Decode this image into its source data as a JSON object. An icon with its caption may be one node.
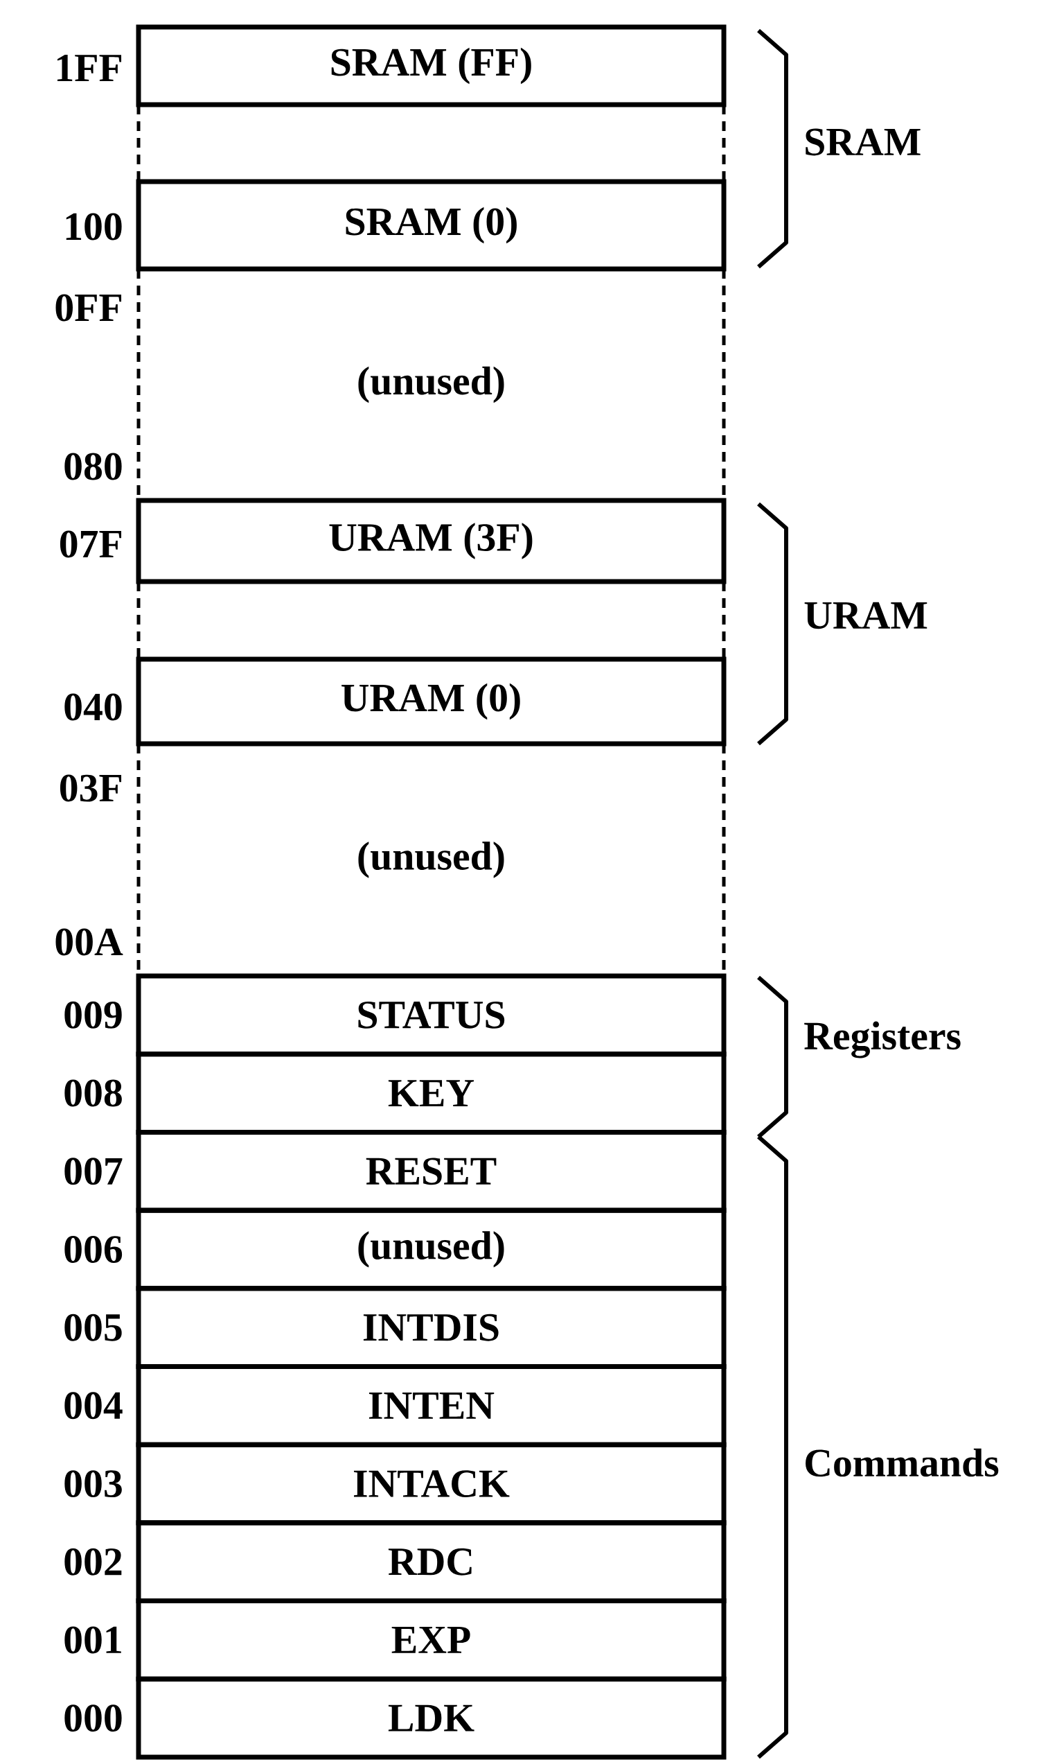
{
  "diagram": {
    "nodes": [
      {
        "text": [
          "SRAM (FF)"
        ]
      },
      {
        "text": [
          "SRAM (0)"
        ]
      },
      {
        "text": [
          "(unused)"
        ]
      },
      {
        "text": [
          "URAM (3F)"
        ]
      },
      {
        "text": [
          "URAM (0)"
        ]
      },
      {
        "text": [
          "(unused)"
        ]
      },
      {
        "text": [
          "STATUS"
        ]
      },
      {
        "text": [
          "KEY"
        ]
      },
      {
        "text": [
          "RESET"
        ]
      },
      {
        "text": [
          "(unused)"
        ]
      },
      {
        "text": [
          "INTDIS"
        ]
      },
      {
        "text": [
          "INTEN"
        ]
      },
      {
        "text": [
          "INTACK"
        ]
      },
      {
        "text": [
          "RDC"
        ]
      },
      {
        "text": [
          "EXP"
        ]
      },
      {
        "text": [
          "LDK"
        ]
      }
    ],
    "labels": [
      "1FF",
      "SRAM",
      "100",
      "0FF",
      "080",
      "07F",
      "URAM",
      "040",
      "03F",
      "00A",
      "009",
      "Registers",
      "008",
      "007",
      "006",
      "005",
      "004",
      "003",
      "Commands",
      "002",
      "001",
      "000"
    ]
  }
}
